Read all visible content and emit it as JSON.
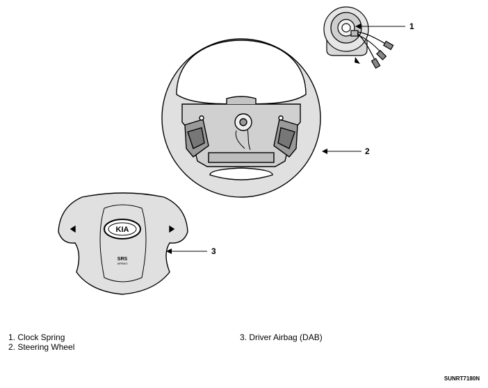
{
  "callouts": [
    "1",
    "2",
    "3"
  ],
  "airbag_logo_text": "KIA",
  "airbag_srs_text": "SRS",
  "airbag_sub_text": "AIRBAG",
  "legend": {
    "left": [
      "1. Clock Spring",
      "2. Steering Wheel"
    ],
    "right": [
      "3. Driver Airbag (DAB)"
    ]
  },
  "figure_code": "SUNRT7180N"
}
